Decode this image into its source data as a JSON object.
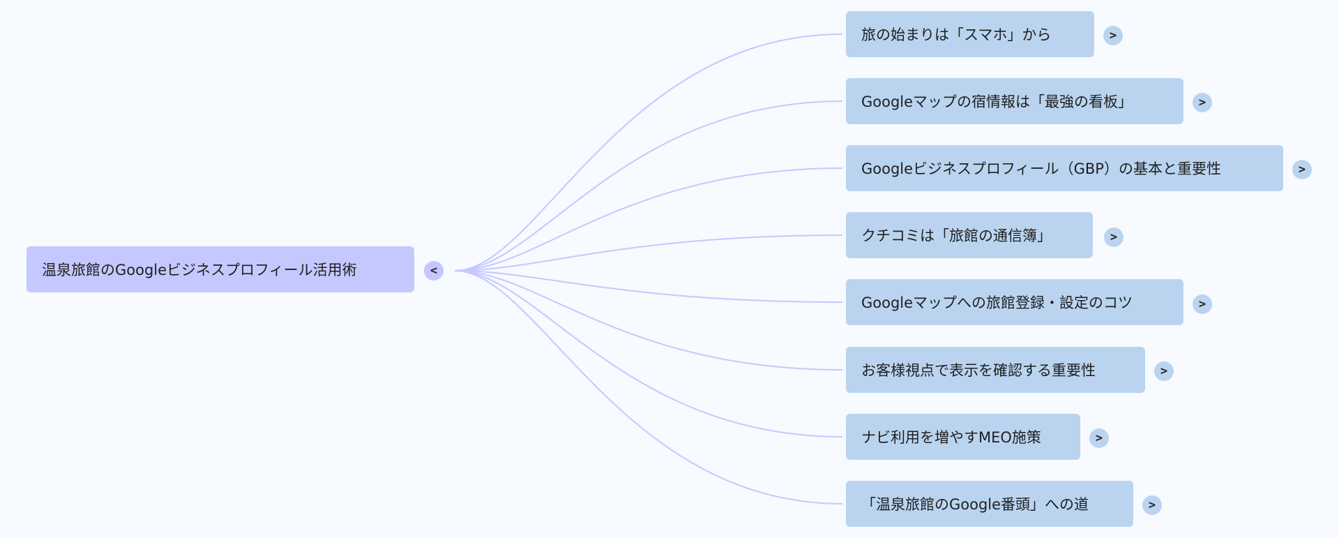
{
  "mindmap": {
    "root": {
      "label": "温泉旅館のGoogleビジネスプロフィール活用術",
      "toggle": "<"
    },
    "children": [
      {
        "label": "旅の始まりは「スマホ」から",
        "toggle": ">"
      },
      {
        "label": "Googleマップの宿情報は「最強の看板」",
        "toggle": ">"
      },
      {
        "label": "Googleビジネスプロフィール（GBP）の基本と重要性",
        "toggle": ">"
      },
      {
        "label": "クチコミは「旅館の通信簿」",
        "toggle": ">"
      },
      {
        "label": "Googleマップへの旅館登録・設定のコツ",
        "toggle": ">"
      },
      {
        "label": "お客様視点で表示を確認する重要性",
        "toggle": ">"
      },
      {
        "label": "ナビ利用を増やすMEO施策",
        "toggle": ">"
      },
      {
        "label": "「温泉旅館のGoogle番頭」への道",
        "toggle": ">"
      }
    ]
  },
  "colors": {
    "background": "#f7fafe",
    "root_node": "#c5c8fe",
    "child_node": "#bad4f0",
    "connector": "#c5c8fe"
  }
}
